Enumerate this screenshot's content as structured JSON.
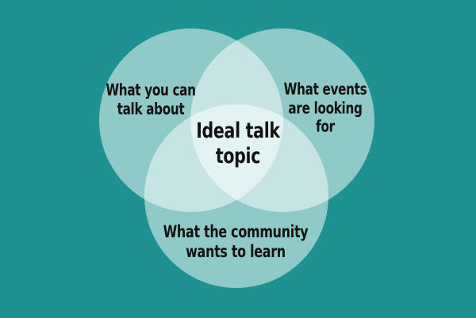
{
  "diagram": {
    "type": "venn",
    "background_color": "#1E9290",
    "text_color": "#121212",
    "circle_fill": "#FFFFFF",
    "circle_opacity": 0.5,
    "observed_colors": {
      "single_circle": "#8ECACA",
      "double_overlap": "#C5E3E3",
      "triple_overlap": "#E3F1F1"
    },
    "sets": [
      {
        "id": "what-you-can-talk-about",
        "label": "What you can\ntalk about"
      },
      {
        "id": "what-events-are-looking-for",
        "label": "What events\nare looking\nfor"
      },
      {
        "id": "what-the-community-wants-to-learn",
        "label": "What the community\nwants to learn"
      }
    ],
    "intersection": {
      "label": "Ideal talk\ntopic"
    }
  }
}
